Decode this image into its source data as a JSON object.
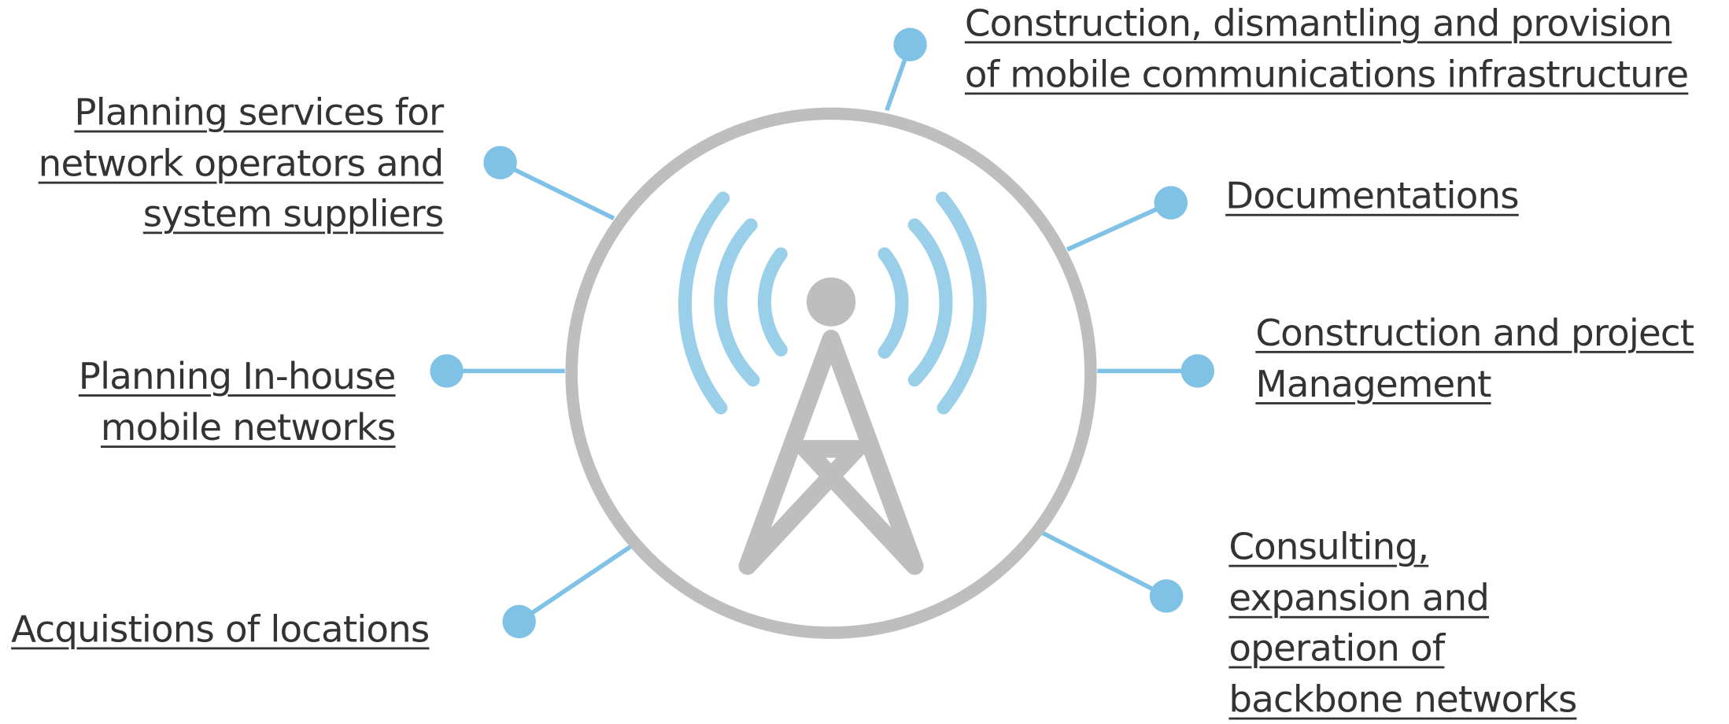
{
  "colors": {
    "accent": "#80C2E6",
    "waves": "#9ACFEA",
    "ring": "#BEBEBE",
    "tower": "#BEBEBE",
    "text": "#333333"
  },
  "center": {
    "icon": "radio-tower-icon"
  },
  "services": {
    "planning_services": {
      "lines": [
        "Planning services for",
        "network operators and",
        "system suppliers"
      ]
    },
    "planning_inhouse": {
      "lines": [
        "Planning In-house",
        "mobile networks"
      ]
    },
    "acquisitions": {
      "lines": [
        "Acquistions of locations"
      ]
    },
    "construction_dismantling": {
      "lines": [
        "Construction, dismantling and provision",
        "of mobile communications infrastructure"
      ]
    },
    "documentations": {
      "lines": [
        "Documentations"
      ]
    },
    "construction_pm": {
      "lines": [
        "Construction and project",
        "Management "
      ]
    },
    "consulting": {
      "lines": [
        "Consulting,",
        "expansion and",
        "operation of",
        "backbone networks"
      ]
    }
  }
}
